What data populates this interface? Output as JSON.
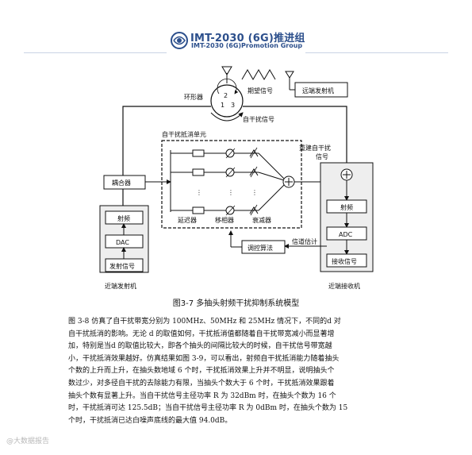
{
  "header": {
    "title": "IMT-2030 (6G)推进组",
    "subtitle": "IMT-2030 (6G)Promotion Group"
  },
  "figure": {
    "caption": "图3-7 多抽头射频干扰抑制系统模型",
    "labels": {
      "expected_signal": "期望信号",
      "remote_tx": "远端发射机",
      "circulator": "环形器",
      "port1": "1",
      "port2": "2",
      "port3": "3",
      "self_interference": "自干扰信号",
      "canceller_unit": "自干扰抵消单元",
      "reconstructed_si_line1": "重建自干扰",
      "reconstructed_si_line2": "信号",
      "coupler": "耦合器",
      "rf_tx": "射频",
      "dac": "DAC",
      "tx_signal": "发射信号",
      "near_tx": "近端发射机",
      "delay": "延迟器",
      "phase": "移相器",
      "attenuator": "衰减器",
      "channel_est": "信道估计",
      "control_alg": "调控算法",
      "rf_rx": "射频",
      "adc": "ADC",
      "rx_signal": "接收信号",
      "near_rx": "近端接收机",
      "dots": "⋮"
    }
  },
  "body": {
    "lines": [
      "图 3-8 仿真了自干扰带宽分别为 100MHz、50MHz 和 25MHz 情况下，不同的d 对",
      "自干扰抵消的影响。无论 d 的取值如何，干扰抵消值都随着自干扰带宽减小而显著增",
      "加，特别是当d 的取值比较大，即各个抽头的间隔比较大的时候，自干扰信号带宽越",
      "小，干扰抵消效果越好。仿真结果如图 3-9，可以看出，射频自干扰抵消能力随着抽头",
      "个数的上升而上升，在抽头数地域 6 个时，干扰抵消效果上升并不明显，说明抽头个",
      "数过少，对多径自干扰的去除能力有限，当抽头个数大于 6 个时，干扰抵消效果跟着",
      "抽头个数有显著上升。当自干扰信号主径功率 R 为 32dBm 时，在抽头个数为 16 个",
      "时，干扰抵消可达 125.5dB；当自干扰信号主径功率 R 为 0dBm 时，在抽头个数为 15",
      "个时，干扰抵消已达白噪声底线的最大值 94.0dB。"
    ]
  },
  "watermark": "@大数据报告"
}
